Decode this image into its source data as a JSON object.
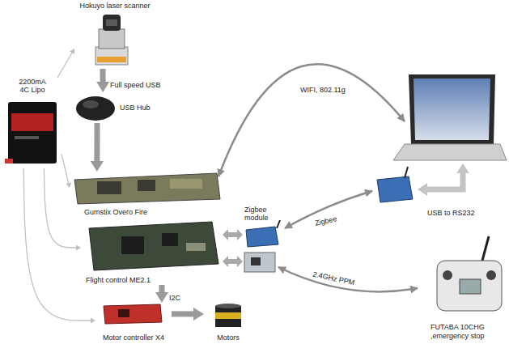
{
  "diagram": {
    "nodes": [
      {
        "text": [
          "Hokuyo laser scanner"
        ]
      },
      {
        "text": [
          "2200mA 4C Lipo"
        ]
      },
      {
        "text": [
          "USB Hub"
        ]
      },
      {
        "text": [
          "Gumstix Overo Fire"
        ]
      },
      {
        "text": [
          "Zigbee module"
        ]
      },
      {
        "text": [
          "Flight control ME2.1"
        ]
      },
      {
        "text": [
          "FUTABA 10CHG ,emergency stop"
        ]
      },
      {
        "text": [
          "Motor controller X4"
        ]
      },
      {
        "text": [
          "Motors"
        ]
      }
    ],
    "edges": [
      {
        "from": 0,
        "to": 2,
        "label": "Full speed USB",
        "arrow": "to"
      },
      {
        "from": 2,
        "to": 3,
        "arrow": "to"
      },
      {
        "from": 1,
        "to": 0,
        "arrow": "to"
      },
      {
        "from": 1,
        "to": 3,
        "arrow": "to"
      },
      {
        "from": 1,
        "to": 5,
        "arrow": "to"
      },
      {
        "from": 1,
        "to": 7,
        "arrow": "to"
      },
      {
        "from": 5,
        "to": 4,
        "arrow": "both"
      },
      {
        "from": 5,
        "to": 7,
        "label": "I2C",
        "arrow": "to"
      },
      {
        "from": 7,
        "to": 8,
        "arrow": "to"
      }
    ],
    "labels": [
      "WIFI, 802.11g",
      "Zigbee",
      "USB to RS232",
      "2.4GHz PPM"
    ]
  }
}
